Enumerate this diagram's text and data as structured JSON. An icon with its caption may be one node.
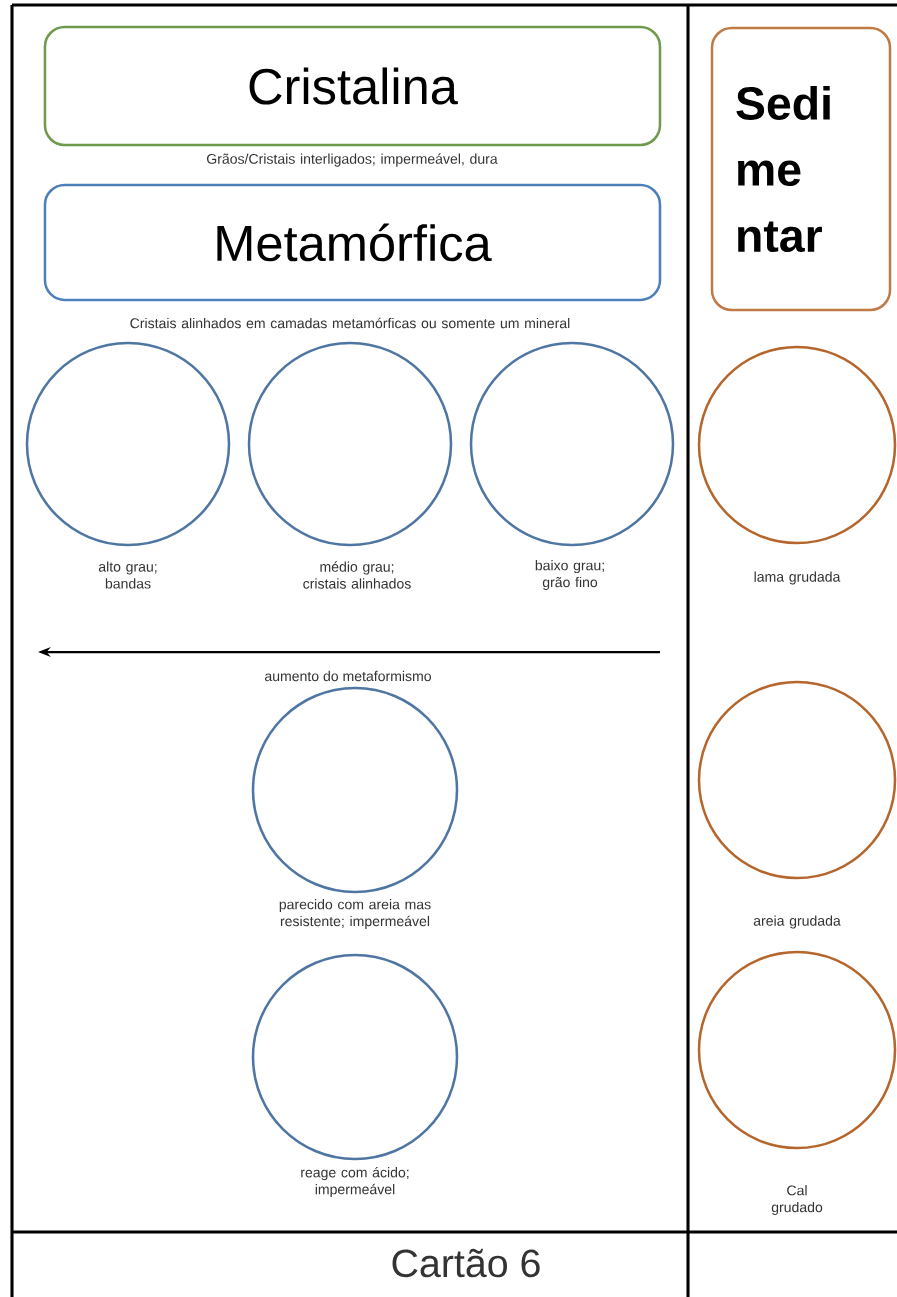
{
  "diagram": {
    "nodes": [
      {
        "text": [
          "Cristalina"
        ],
        "beside": [
          "Grãos/Cristais interligados; impermeável, dura"
        ]
      },
      {
        "text": [
          "Metamórfica"
        ],
        "beside": [
          "Cristais alinhados em camadas metamórficas ou somente um mineral"
        ]
      },
      {
        "text": [
          "Sedi me ntar"
        ]
      },
      {
        "text": [],
        "shape": "circle",
        "beside": [
          "alto grau; bandas"
        ]
      },
      {
        "text": [],
        "shape": "circle",
        "beside": [
          "médio grau; cristais alinhados"
        ]
      },
      {
        "text": [],
        "shape": "circle",
        "beside": [
          "baixo grau; grão fino"
        ]
      },
      {
        "text": [],
        "shape": "circle",
        "beside": [
          "lama grudada"
        ]
      },
      {
        "text": [],
        "shape": "circle",
        "beside": [
          "parecido com areia mas resistente; impermeável"
        ]
      },
      {
        "text": [],
        "shape": "circle",
        "beside": [
          "areia grudada"
        ]
      },
      {
        "text": [],
        "shape": "circle",
        "beside": [
          "reage com ácido; impermeável"
        ]
      },
      {
        "text": [],
        "shape": "circle",
        "beside": [
          "Cal grudado"
        ]
      }
    ],
    "labels": [
      "aumento do metaformismo",
      "Cartão 6"
    ]
  }
}
